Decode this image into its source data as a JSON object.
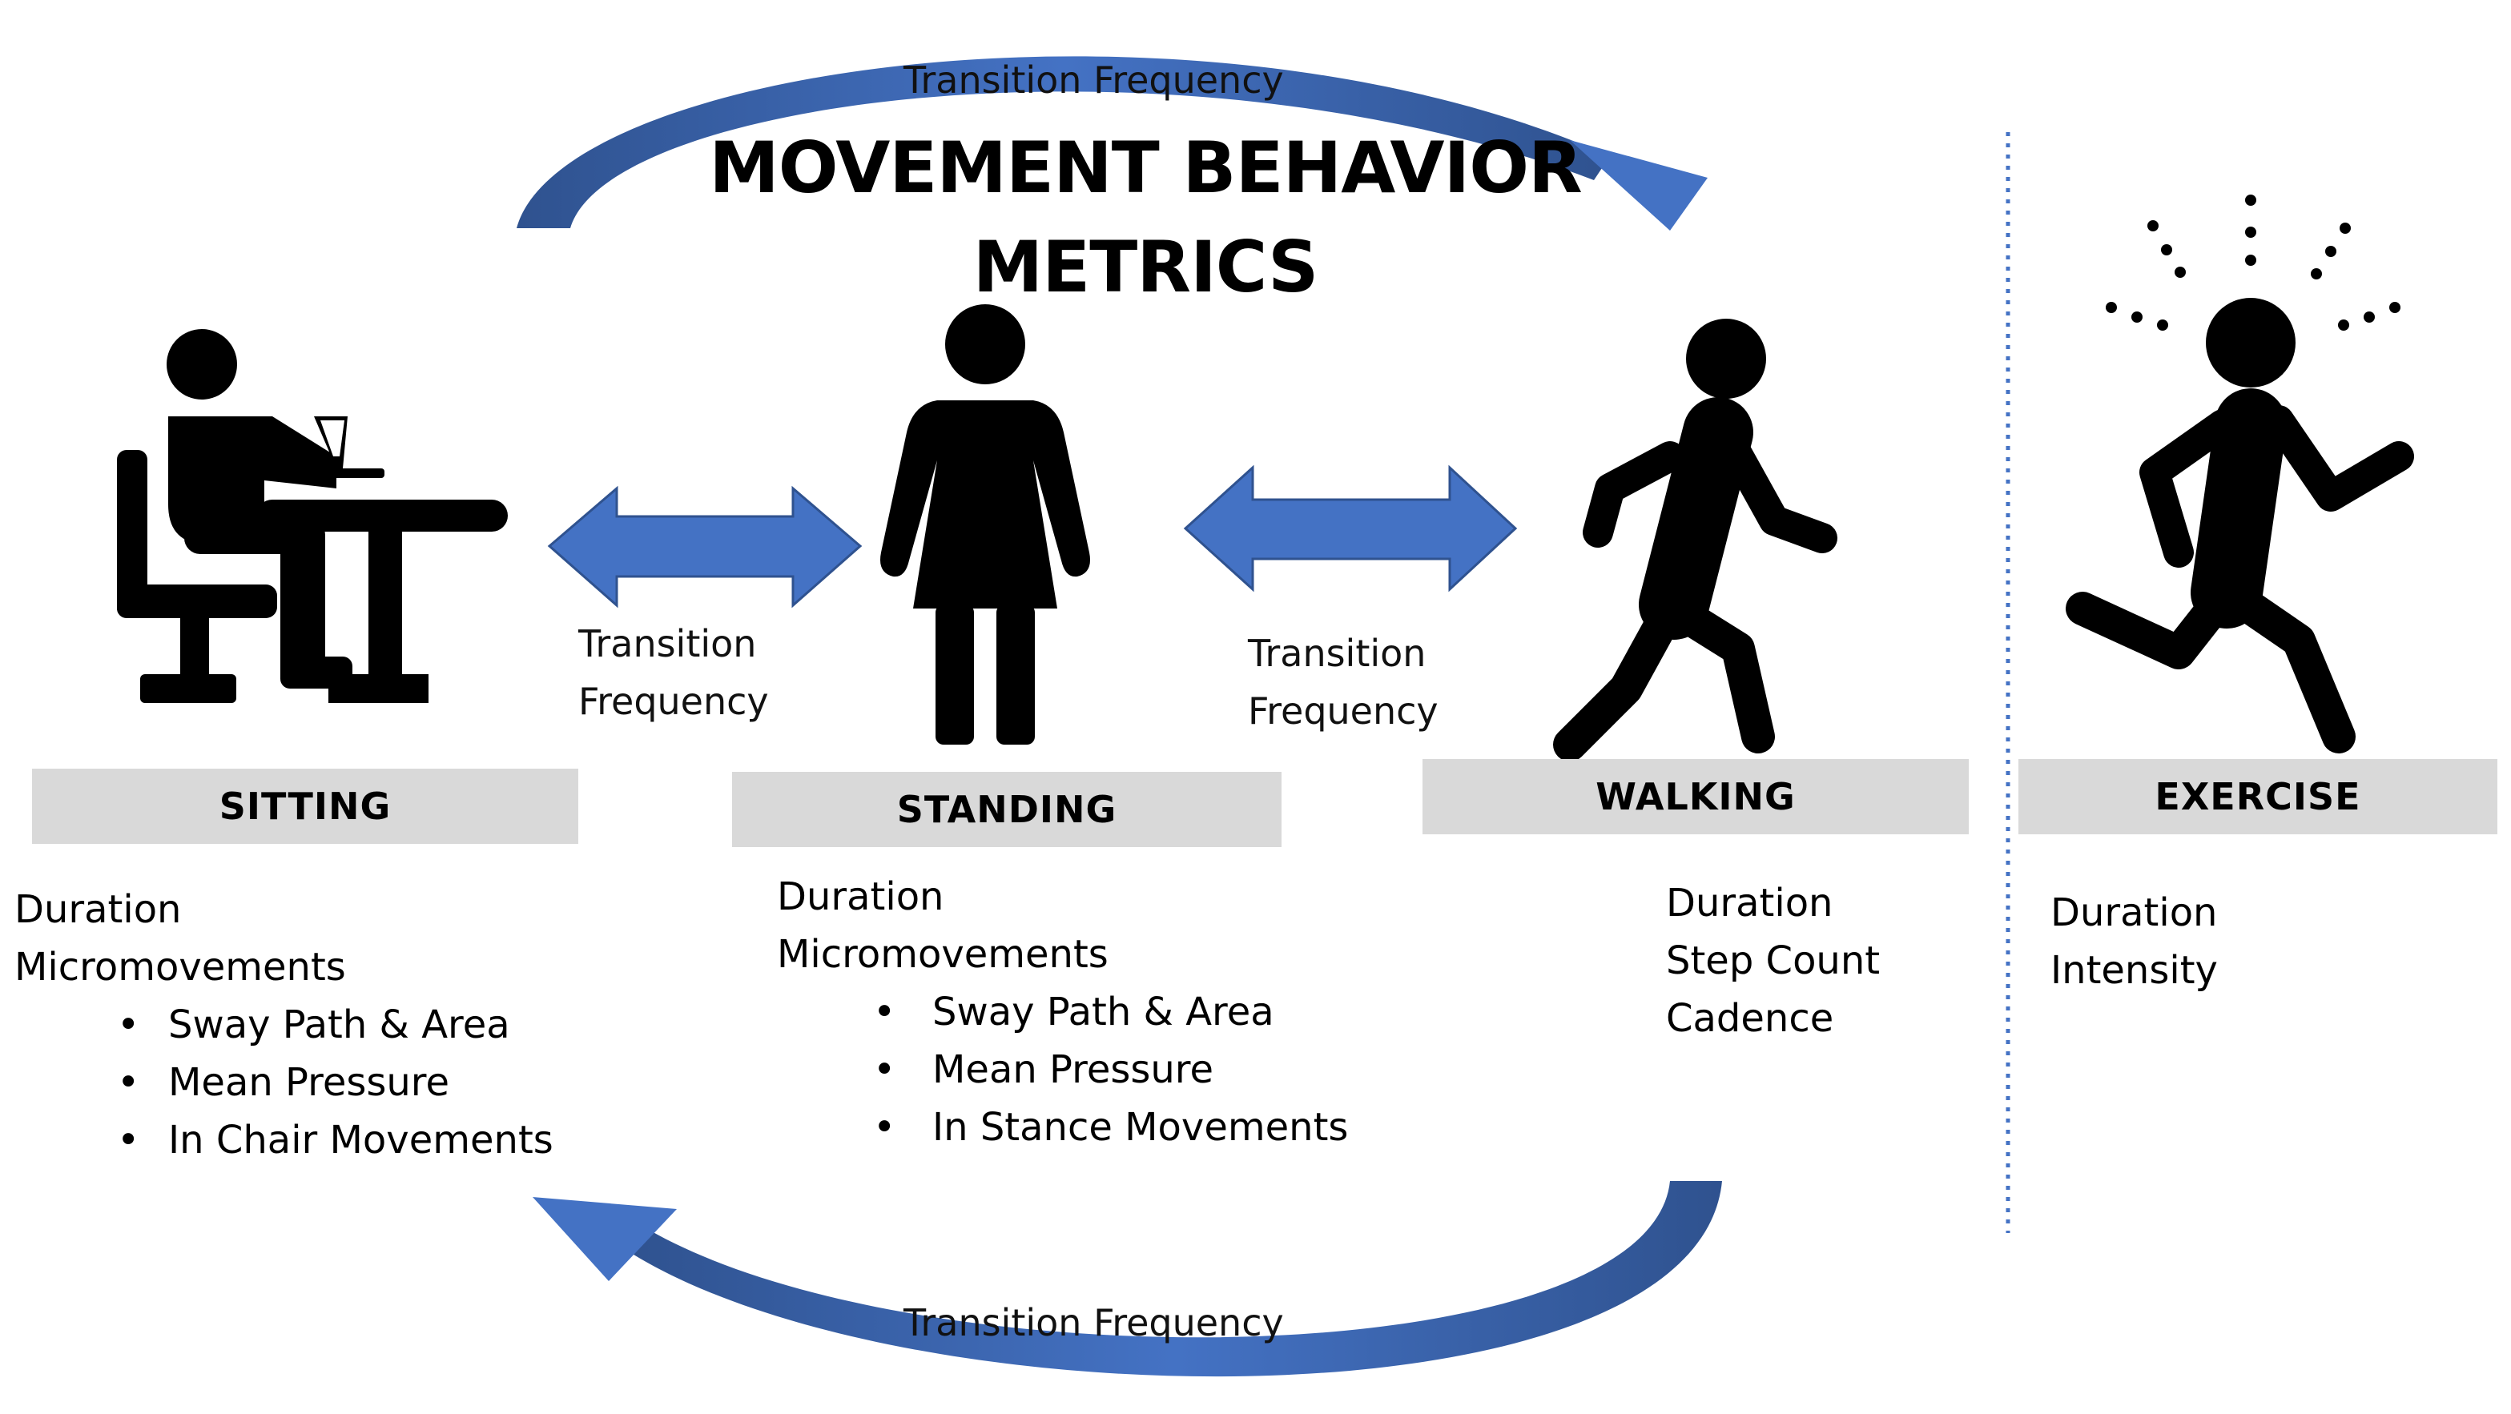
{
  "diagram": {
    "title_line1": "MOVEMENT BEHAVIOR",
    "title_line2": "METRICS",
    "transition_label": "Transition Frequency",
    "transition_word1": "Transition",
    "transition_word2": "Frequency"
  },
  "categories": [
    {
      "key": "sitting",
      "label": "SITTING",
      "metrics": [
        "Duration",
        "Micromovements"
      ],
      "sub_metrics": [
        "Sway Path & Area",
        "Mean Pressure",
        "In Chair Movements"
      ]
    },
    {
      "key": "standing",
      "label": "STANDING",
      "metrics": [
        "Duration",
        "Micromovements"
      ],
      "sub_metrics": [
        "Sway Path & Area",
        "Mean Pressure",
        "In Stance Movements"
      ]
    },
    {
      "key": "walking",
      "label": "WALKING",
      "metrics": [
        "Duration",
        "Step Count",
        "Cadence"
      ]
    },
    {
      "key": "exercise",
      "label": "EXERCISE",
      "metrics": [
        "Duration",
        "Intensity"
      ]
    }
  ],
  "colors": {
    "arrow_blue": "#4472c4",
    "arrow_dark": "#2f528f",
    "label_box": "#d9d9d9",
    "divider": "#4472c4"
  },
  "icons": [
    "person-sitting-at-desk-icon",
    "person-standing-icon",
    "person-walking-icon",
    "person-exercising-icon"
  ]
}
